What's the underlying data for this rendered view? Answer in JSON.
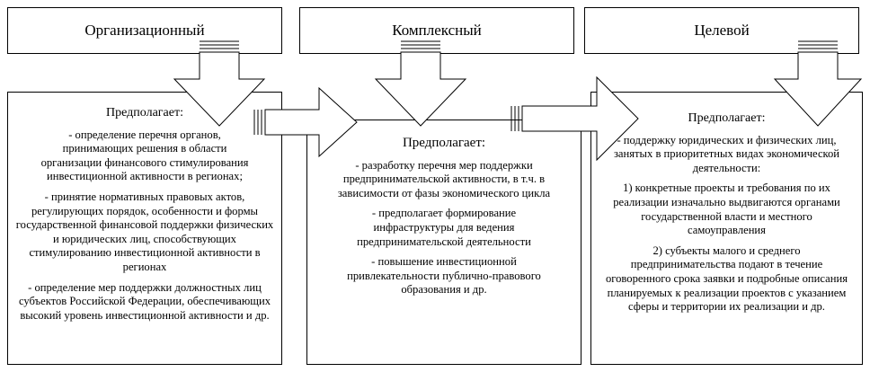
{
  "columns": [
    {
      "title": "Организационный",
      "lead": "Предполагает:",
      "paragraphs": [
        "- определение перечня органов, принимающих решения в области организации финансового стимулирования инвестиционной активности в регионах;",
        "- принятие нормативных правовых актов, регулирующих порядок, особенности и формы государственной финансовой поддержки физических и юридических лиц, способствующих стимулированию инвестиционной активности в регионах",
        "- определение мер поддержки должностных лиц субъектов Российской Федерации, обеспечивающих высокий уровень инвестиционной активности и др."
      ]
    },
    {
      "title": "Комплексный",
      "lead": "Предполагает:",
      "paragraphs": [
        "-   разработку перечня мер поддержки предпринимательской активности, в т.ч. в зависимости от фазы экономического цикла",
        "- предполагает формирование инфраструктуры для ведения предпринимательской деятельности",
        "- повышение инвестиционной привлекательности публично-правового образования  и др."
      ]
    },
    {
      "title": "Целевой",
      "lead": "Предполагает:",
      "paragraphs": [
        "-   поддержку юридических и физических лиц, занятых в приоритетных видах экономической деятельности:",
        "1) конкретные проекты и требования по их реализации изначально выдвигаются органами государственной власти и местного самоуправления",
        "2) субъекты малого и среднего предпринимательства подают в течение оговоренного срока заявки и подробные описания планируемых к реализации проектов с указанием сферы и территории их реализации и др."
      ]
    }
  ]
}
